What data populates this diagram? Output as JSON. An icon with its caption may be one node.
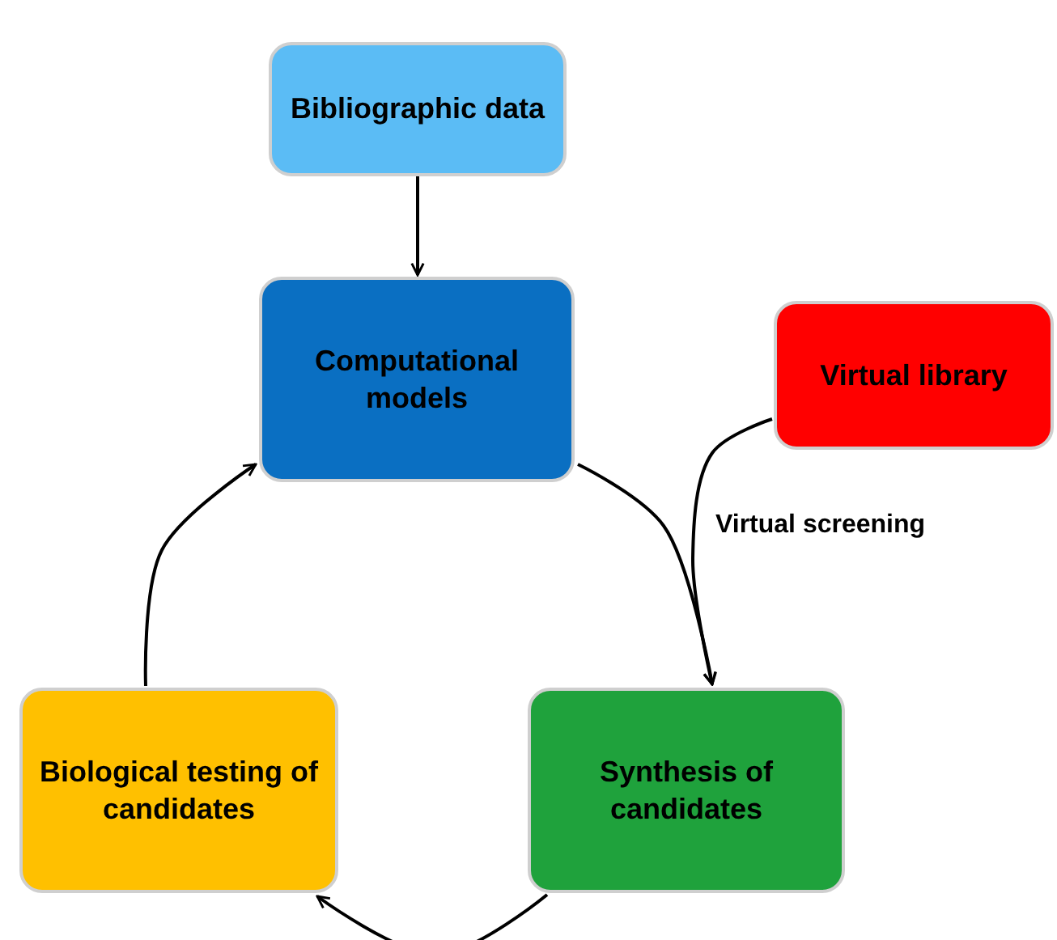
{
  "diagram": {
    "nodes": [
      {
        "text": [
          "Bibliographic data"
        ]
      },
      {
        "text": [
          "Computational models"
        ]
      },
      {
        "text": [
          "Virtual library"
        ]
      },
      {
        "text": [
          "Biological testing of candidates"
        ]
      },
      {
        "text": [
          "Synthesis of candidates"
        ]
      }
    ],
    "edges": [
      {
        "from": 0,
        "to": 1,
        "arrow": "to"
      },
      {
        "from": 1,
        "to": 4,
        "arrow": "to"
      },
      {
        "from": 2,
        "to": 4,
        "arrow": "to",
        "label": "Virtual screening"
      },
      {
        "from": 4,
        "to": 3,
        "arrow": "to"
      },
      {
        "from": 3,
        "to": 1,
        "arrow": "to"
      }
    ]
  }
}
